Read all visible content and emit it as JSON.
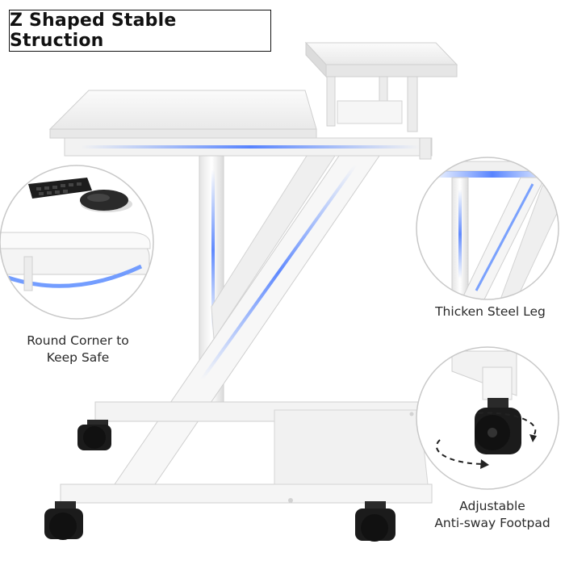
{
  "title": "Z Shaped Stable Struction",
  "features": {
    "round_corner": {
      "line1": "Round Corner to",
      "line2": "Keep Safe"
    },
    "steel_leg": {
      "label": "Thicken Steel Leg"
    },
    "footpad": {
      "line1": "Adjustable",
      "line2": "Anti-sway Footpad"
    }
  },
  "colors": {
    "frame": "#f4f4f4",
    "frame_shadow": "#d6d6d6",
    "accent_glow": "#5b8cff",
    "circle_border": "#c8c8c8",
    "caster": "#1b1b1b"
  },
  "icons": [
    "keyboard-icon",
    "mouse-icon",
    "caster-wheel-icon",
    "rotation-arrow-icon"
  ]
}
